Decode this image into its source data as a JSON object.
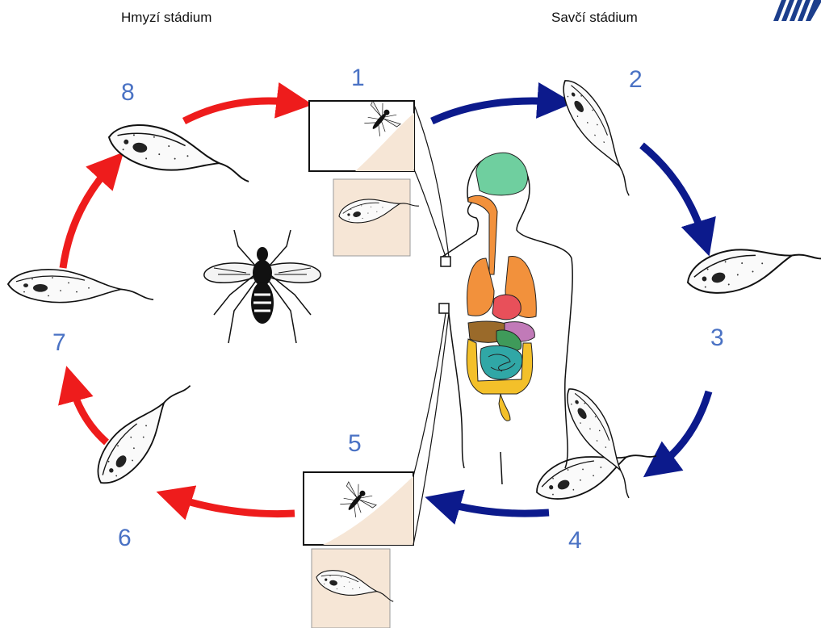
{
  "titles": {
    "insect_stage": "Hmyzí stádium",
    "mammal_stage": "Savčí stádium"
  },
  "stage_numbers": [
    "1",
    "2",
    "3",
    "4",
    "5",
    "6",
    "7",
    "8"
  ],
  "colors": {
    "insect_arrow": "#ee1c1c",
    "mammal_arrow": "#0c1a8c",
    "number": "#4a72c4",
    "inset_fill": "#f6e6d6",
    "brain": "#6fcf9f",
    "lungs": "#f2913c",
    "heart": "#e8505a",
    "liver": "#9a6a2a",
    "stomach": "#3f9a5a",
    "small_intestine": "#30a7a6",
    "large_intestine": "#f3c02a",
    "pancreas": "#c17ab8",
    "trachea": "#f2913c"
  },
  "icons": [
    "tsetse-fly-icon",
    "human-body-icon",
    "trypanosome-icon",
    "logo-stripes-icon"
  ]
}
